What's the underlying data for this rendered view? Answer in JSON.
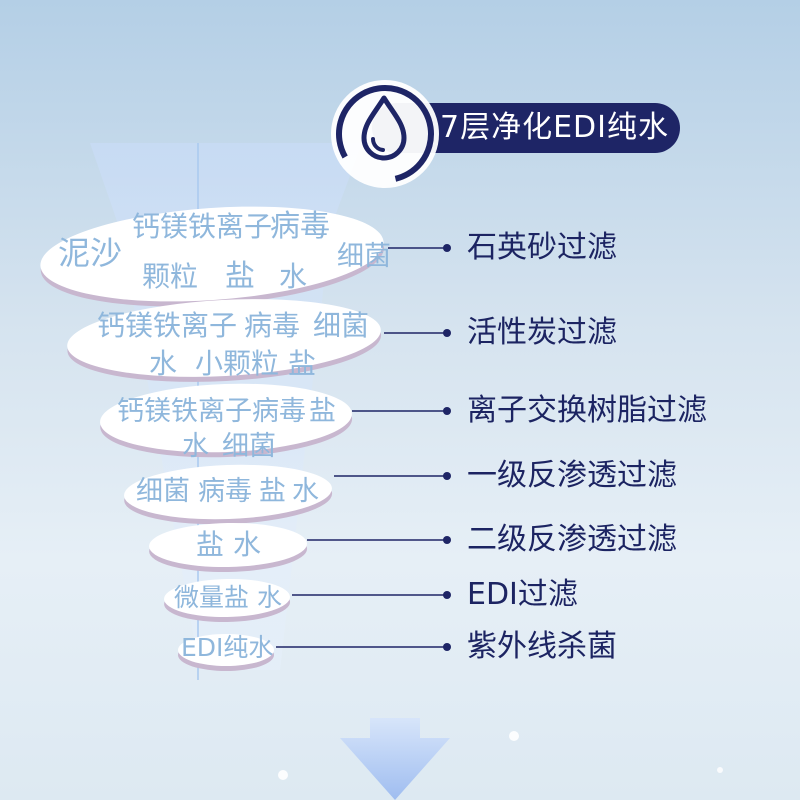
{
  "title": "7层净化EDI纯水",
  "icon": "water-drop-icon",
  "colors": {
    "navy": "#1e2566",
    "disc_text": "#8fb7dc",
    "arrow": "#a9c6f0",
    "beam": "#e3eefc"
  },
  "layers": [
    {
      "step": "石英砂过滤",
      "words": [
        "泥沙",
        "钙镁铁离子",
        "病毒",
        "细菌",
        "颗粒",
        "盐",
        "水"
      ]
    },
    {
      "step": "活性炭过滤",
      "words": [
        "钙镁铁离子",
        "病毒",
        "细菌",
        "水",
        "小颗粒",
        "盐"
      ]
    },
    {
      "step": "离子交换树脂过滤",
      "words": [
        "钙镁铁离子",
        "病毒",
        "盐",
        "水",
        "细菌"
      ]
    },
    {
      "step": "一级反渗透过滤",
      "words": [
        "细菌",
        "病毒",
        "盐",
        "水"
      ]
    },
    {
      "step": "二级反渗透过滤",
      "words": [
        "盐",
        "水"
      ]
    },
    {
      "step": "EDI过滤",
      "words": [
        "微量盐",
        "水"
      ]
    },
    {
      "step": "紫外线杀菌",
      "words": [
        "EDI纯水"
      ]
    }
  ]
}
